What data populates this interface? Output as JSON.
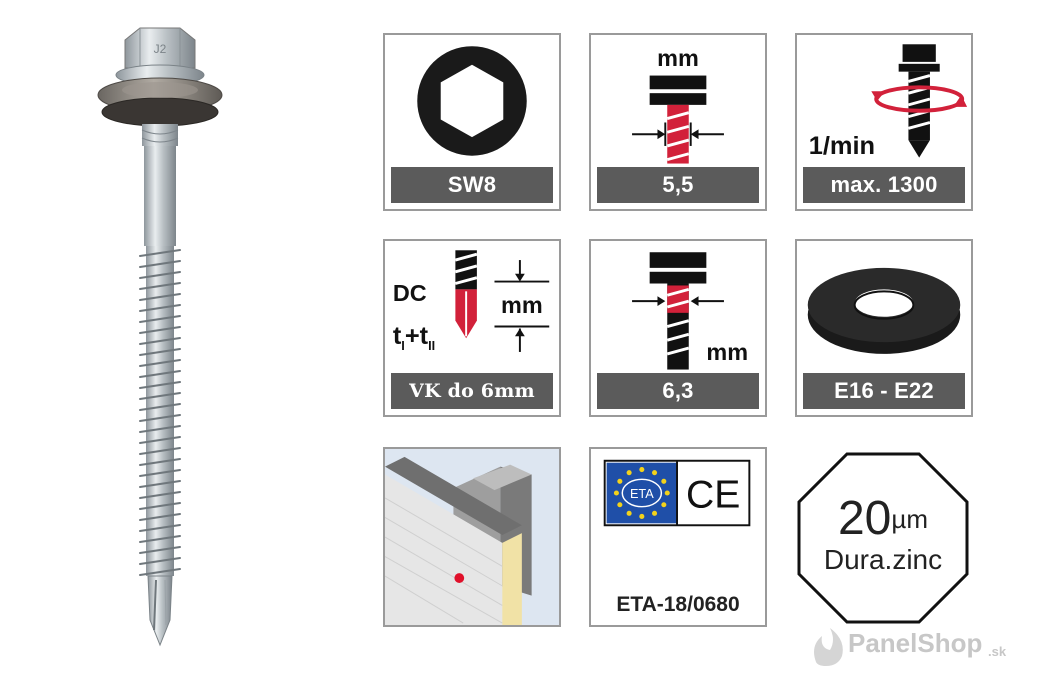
{
  "spec_tiles": {
    "drive": {
      "label": "SW8",
      "icon": "hex-socket-icon"
    },
    "diameter": {
      "unit": "mm",
      "label": "5,5",
      "icon": "screw-diameter-icon"
    },
    "speed": {
      "unit": "1/min",
      "label": "max. 1300",
      "icon": "screw-rotation-icon"
    },
    "drill": {
      "line1": "DC",
      "line2_base": "t",
      "sub1": "I",
      "plus": "+",
      "sub2": "II",
      "unit": "mm",
      "label": "VK do 6mm",
      "icon": "drill-point-icon"
    },
    "thread": {
      "unit": "mm",
      "label": "6,3",
      "icon": "thread-diameter-icon"
    },
    "washer": {
      "label": "E16 - E22",
      "icon": "sealing-washer-icon"
    },
    "application": {
      "icon": "sandwich-panel-icon"
    },
    "certification": {
      "eta_badge": "ETA",
      "ce_mark": "CE",
      "label": "ETA-18/0680",
      "icon": "eu-flag-icon"
    }
  },
  "coating": {
    "value": "20",
    "unit": "µm",
    "name": "Dura.zinc"
  },
  "head_marking": "J2",
  "brand": {
    "name": "PanelShop",
    "tld": ".sk"
  },
  "colors": {
    "tile_border": "#9a9a9a",
    "label_bg": "#5b5b5b",
    "accent_red": "#d2213a",
    "eu_blue": "#1f4fa8",
    "eu_yellow": "#f3d21b"
  }
}
